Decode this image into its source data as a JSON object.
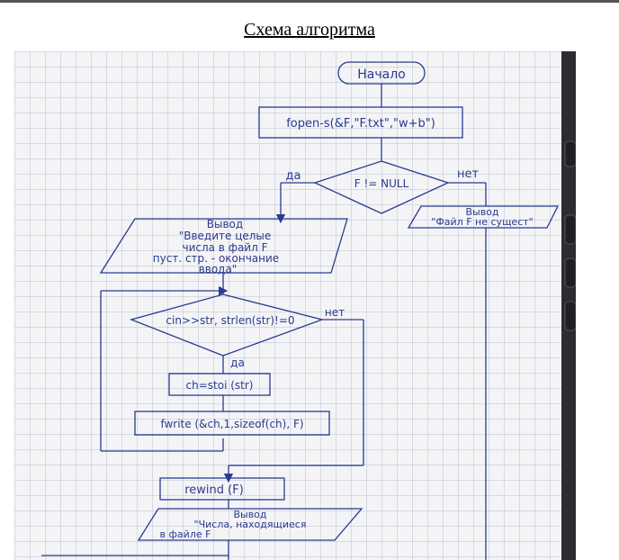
{
  "page": {
    "heading": "Схема алгоритма"
  },
  "flowchart": {
    "start": "Начало",
    "fopen": "fopen-s(&F,\"F.txt\",\"w+b\")",
    "check": "F != NULL",
    "yes": "да",
    "no": "нет",
    "error_output": [
      "Вывод",
      "\"Файл F не сущест\""
    ],
    "prompt_output": [
      "Вывод",
      "\"Введите целые",
      "числа в файл F",
      "пуст. стр. - окончание",
      "ввода\""
    ],
    "loop_condition": "cin>>str, strlen(str)!=0",
    "loop_yes": "да",
    "loop_no": "нет",
    "convert": "ch=stoi (str)",
    "write": "fwrite (&ch,1,sizeof(ch), F)",
    "rewind": "rewind (F)",
    "numbers_output": [
      "Вывод",
      "\"Числа, находящиеся",
      "в файле F"
    ]
  },
  "colors": {
    "ink": "#2a3a8f",
    "grid": "#b9bfd0",
    "paper": "#f4f4f6",
    "dark_device": "#2b2d31"
  },
  "icons": [
    "graph-paper-photo"
  ]
}
